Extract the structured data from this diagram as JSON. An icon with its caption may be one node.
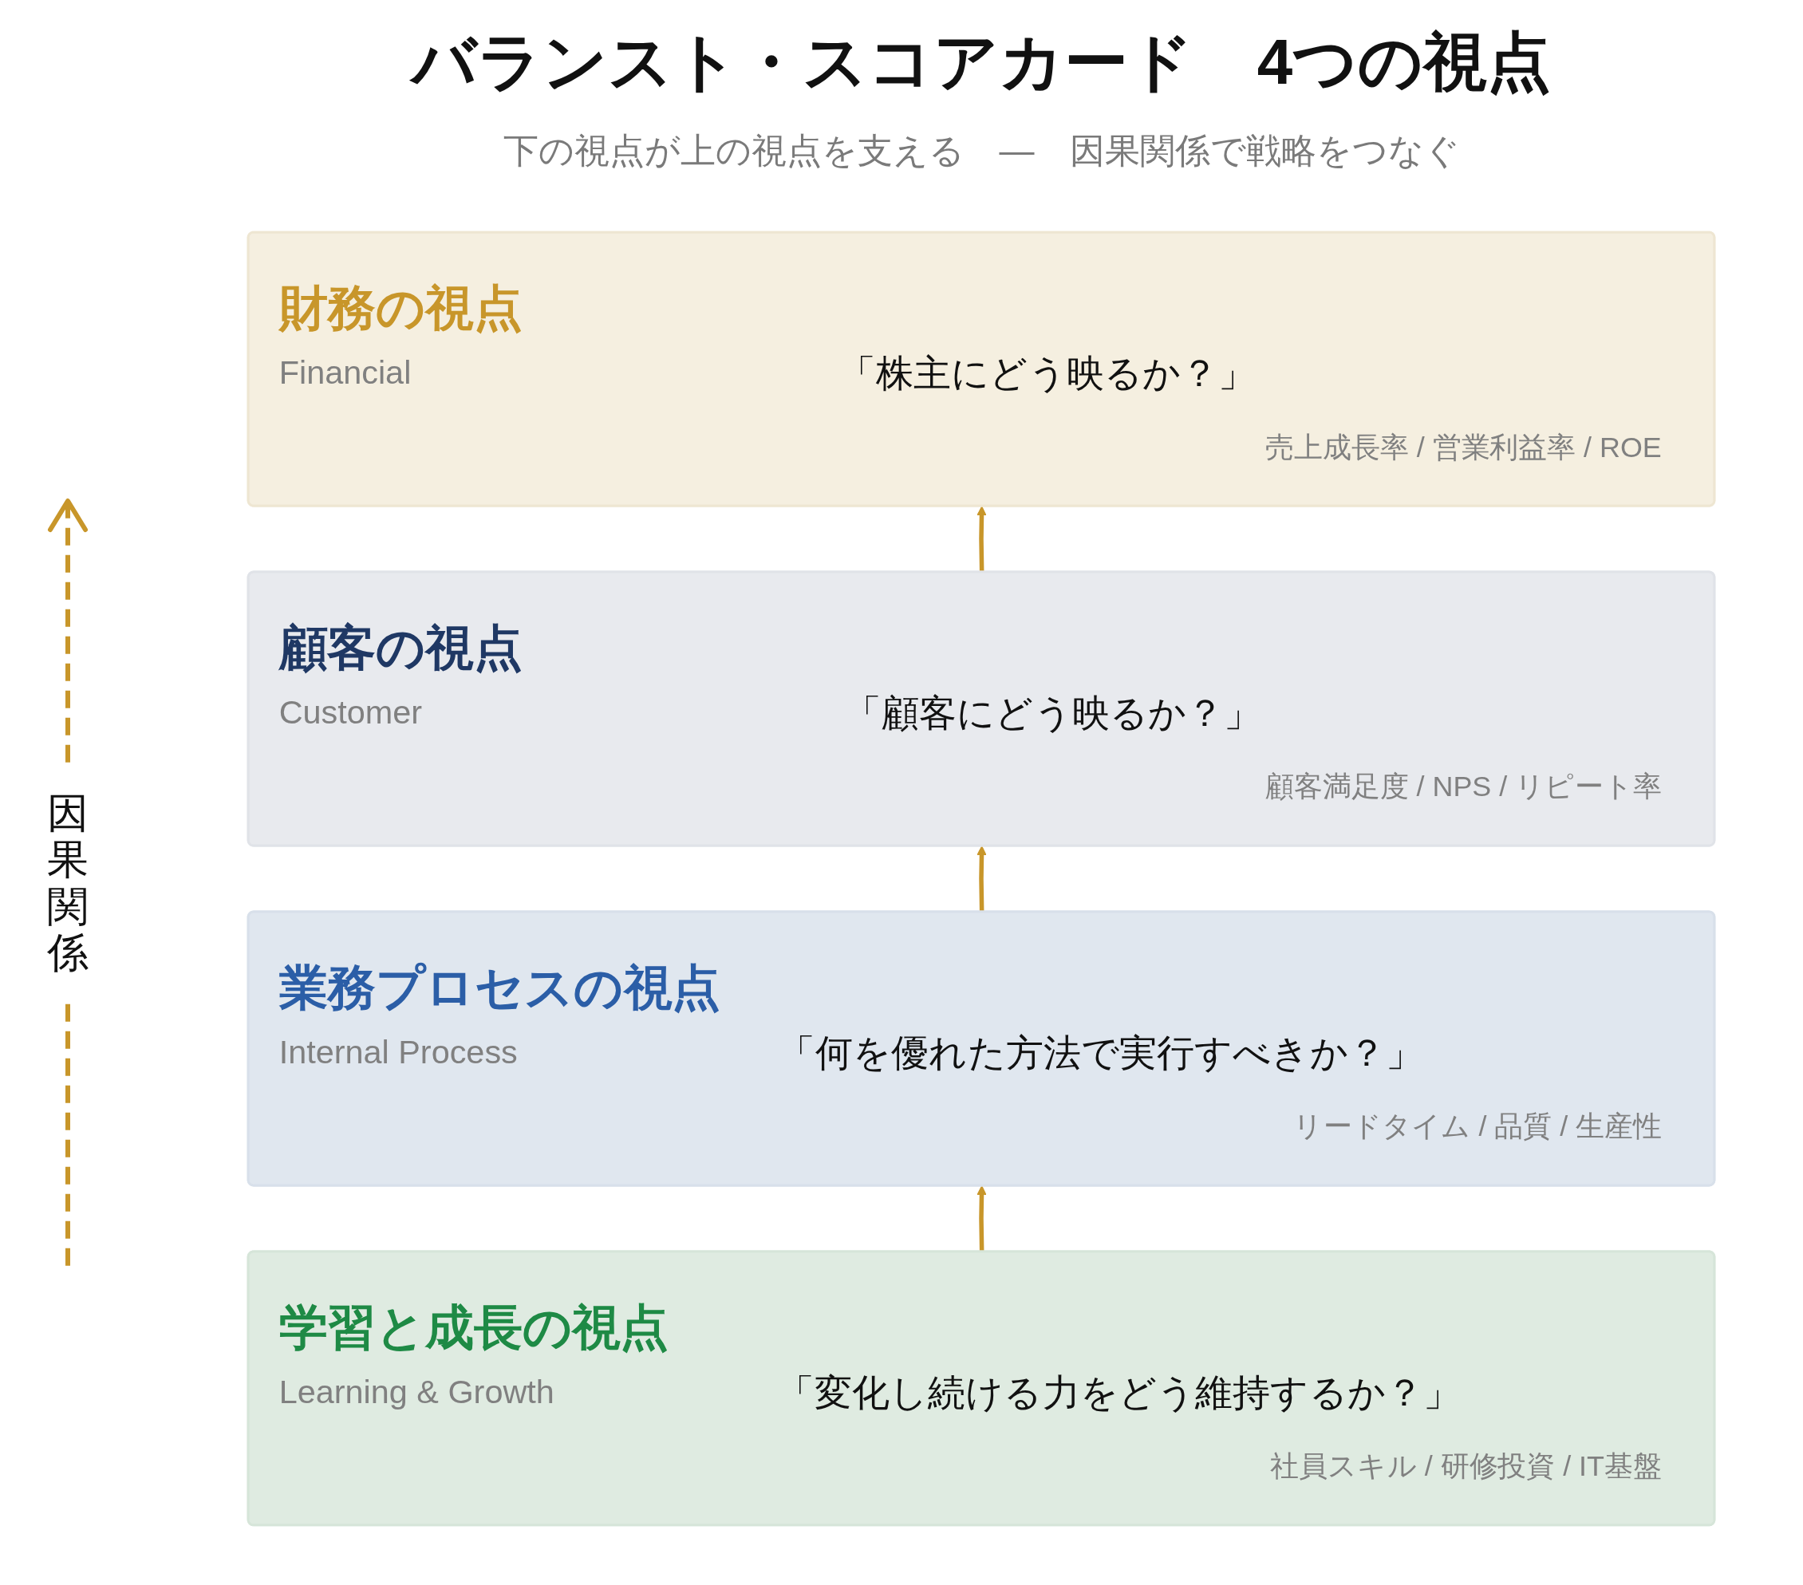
{
  "diagram": {
    "title": "バランスト・スコアカード　4つの視点",
    "nodes": [
      {
        "text": [
          "財務の視点",
          "Financial",
          "「株主にどう映るか？」",
          "売上成長率 / 営業利益率 / ROE"
        ]
      },
      {
        "text": [
          "顧客の視点",
          "Customer",
          "「顧客にどう映るか？」",
          "顧客満足度 / NPS / リピート率"
        ]
      },
      {
        "text": [
          "業務プロセスの視点",
          "Internal Process",
          "「何を優れた方法で実行すべきか？」",
          "リードタイム / 品質 / 生産性"
        ]
      },
      {
        "text": [
          "学習と成長の視点",
          "Learning & Growth",
          "「変化し続ける力をどう維持するか？」",
          "社員スキル / 研修投資 / IT基盤"
        ]
      }
    ],
    "edges": [
      {
        "from": 3,
        "to": 2,
        "arrow": "to"
      },
      {
        "from": 2,
        "to": 1,
        "arrow": "to"
      },
      {
        "from": 1,
        "to": 0,
        "arrow": "to"
      }
    ],
    "labels": [
      "下の視点が上の視点を支える　—　因果関係で戦略をつなぐ",
      "因果関係"
    ]
  }
}
